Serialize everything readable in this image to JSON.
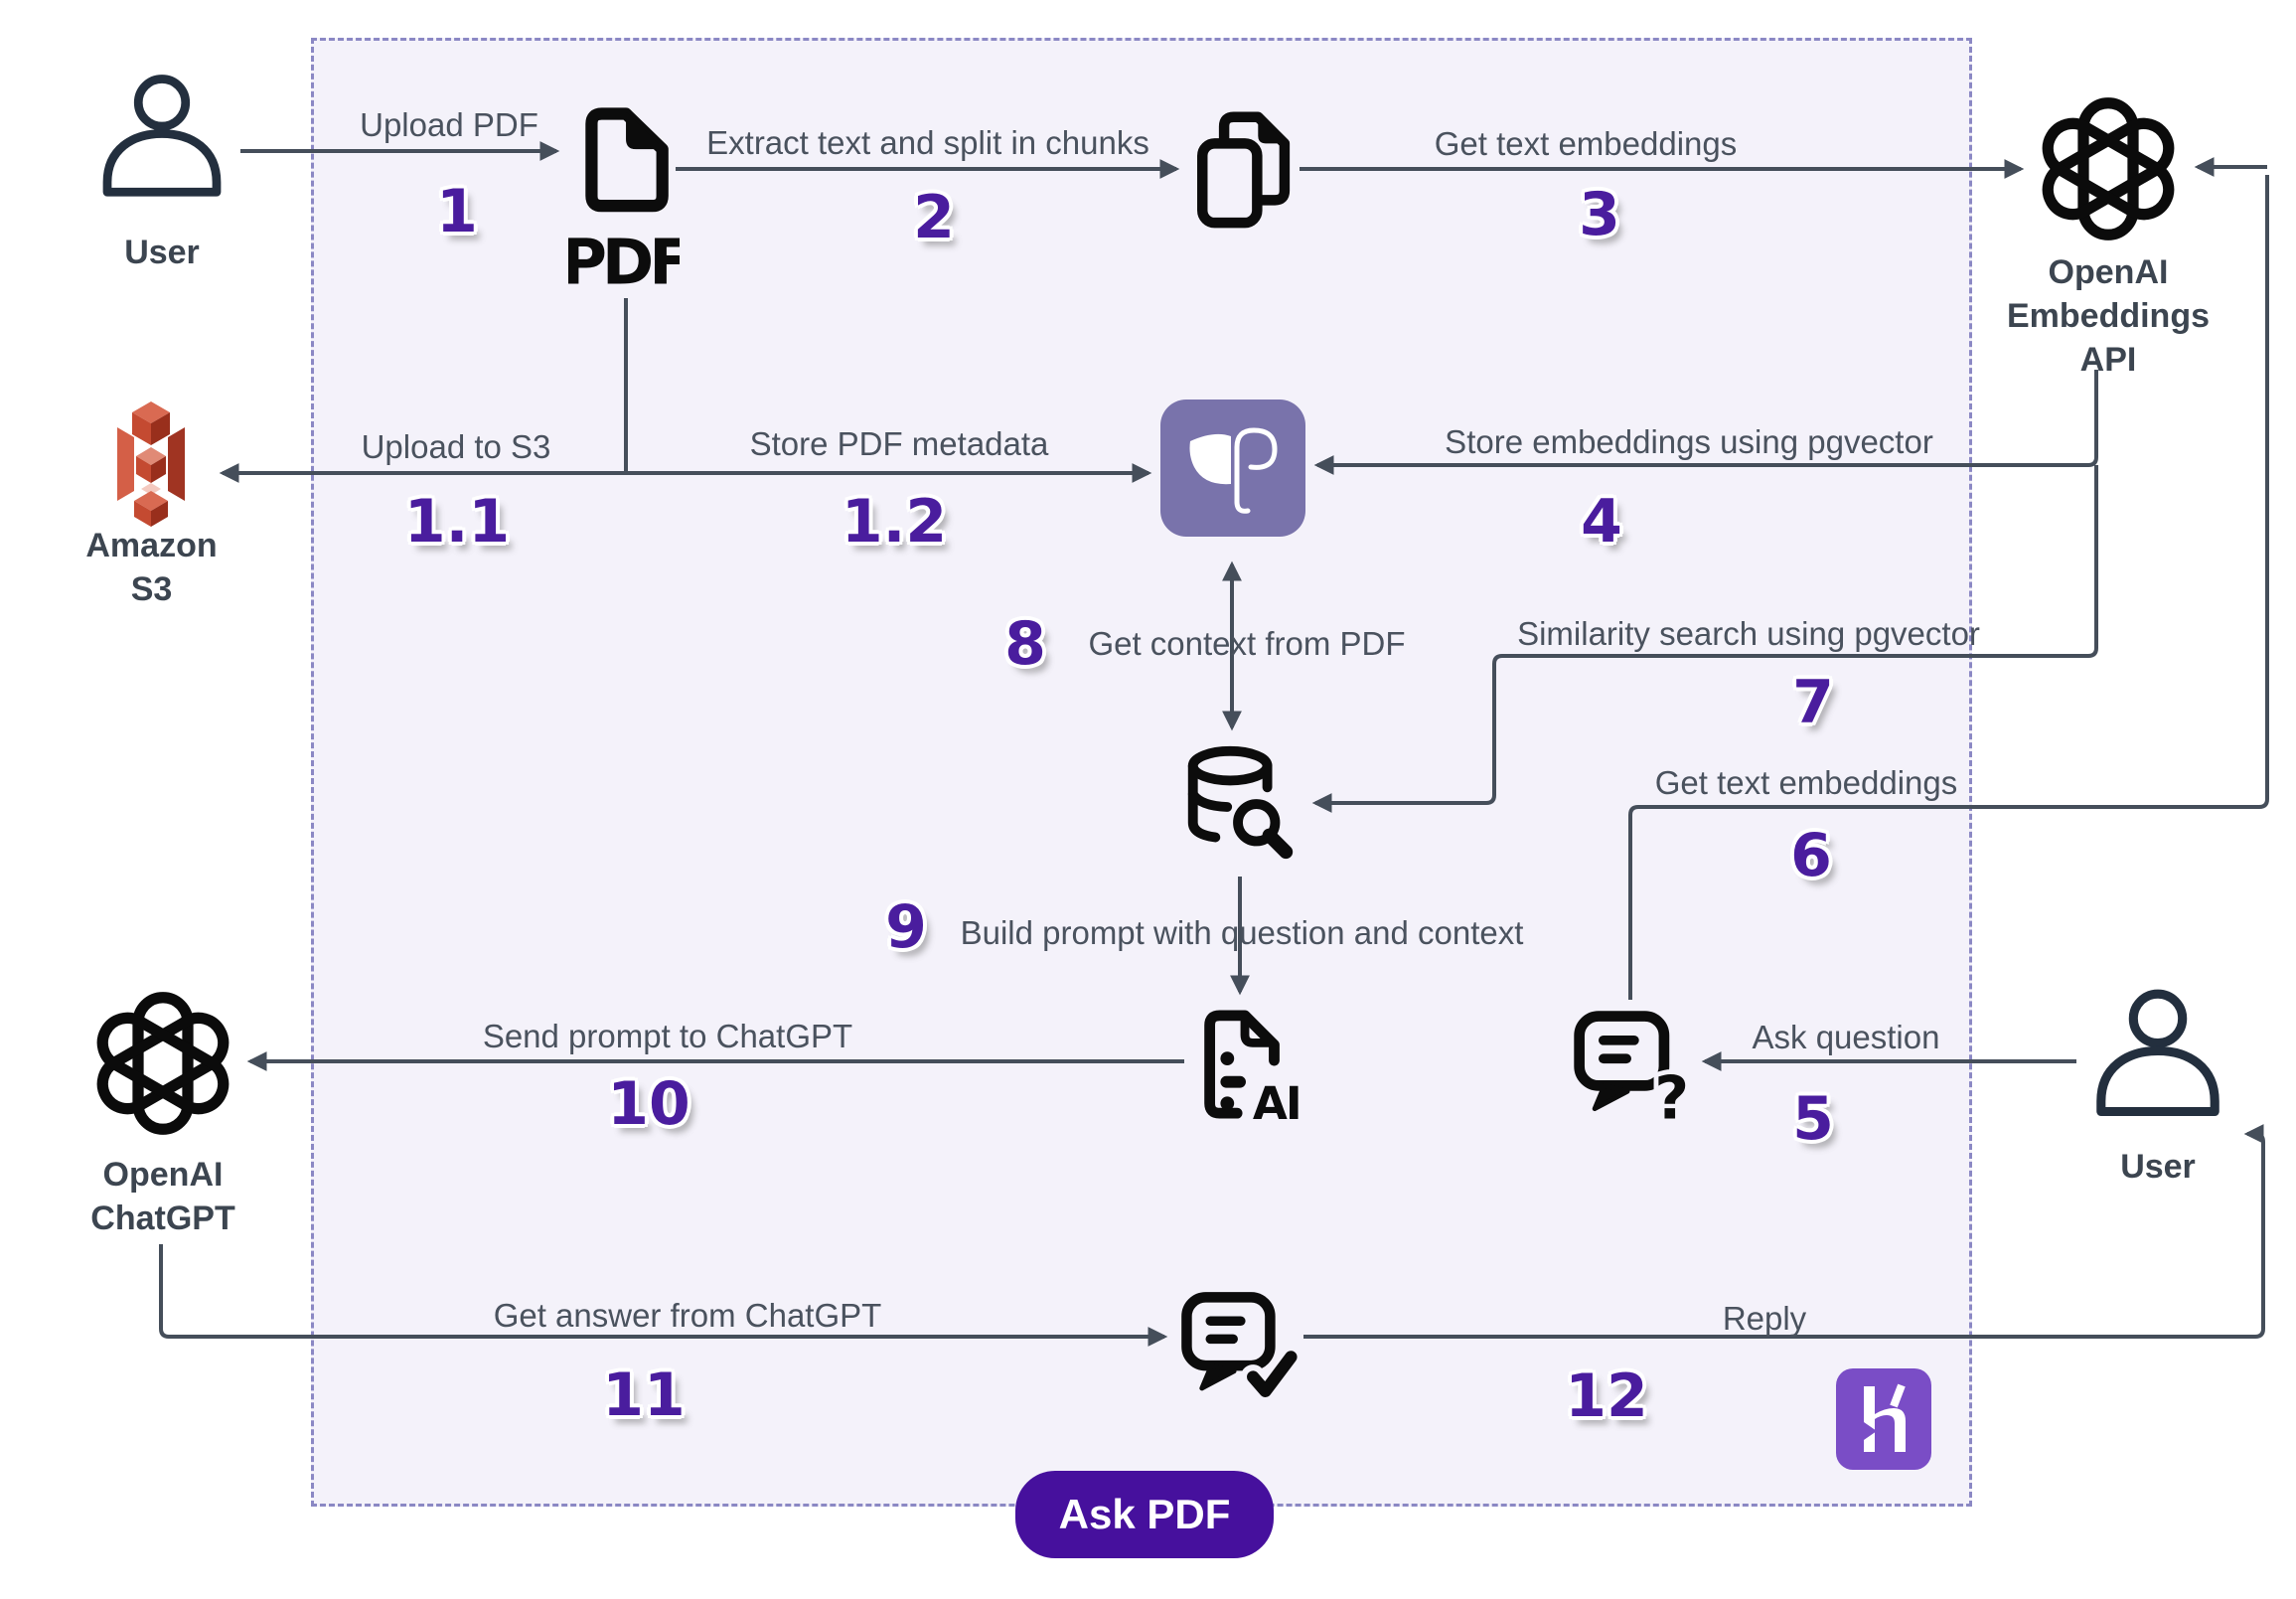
{
  "diagram": {
    "colors": {
      "boundary_fill": "#f4f2fa",
      "boundary_border": "#8b88c4",
      "wire": "#454e5a",
      "step_number": "#4a1d9e",
      "icon_black": "#0c0c0c",
      "user_icon": "#232f3e",
      "s3_red": "#c44a31",
      "postgres_purple": "#7973ab",
      "heroku_purple": "#7a4dc6",
      "button_purple": "#46109d"
    },
    "icon_text": {
      "pdf": "PDF",
      "ai": "AI",
      "question": "?"
    },
    "icons": [
      "user-icon",
      "pdf-file-icon",
      "document-chunks-icon",
      "openai-logo-icon",
      "amazon-s3-icon",
      "heroku-postgres-icon",
      "database-search-icon",
      "ai-document-icon",
      "chat-question-icon",
      "chat-check-icon",
      "heroku-logo-icon"
    ],
    "nodes": [
      {
        "id": "user-top",
        "label": "User"
      },
      {
        "id": "amazon-s3",
        "label": "Amazon S3"
      },
      {
        "id": "openai-embeddings",
        "label": "OpenAI Embeddings API"
      },
      {
        "id": "openai-chatgpt",
        "label": "OpenAI ChatGPT"
      },
      {
        "id": "user-bottom",
        "label": "User"
      }
    ],
    "steps": [
      {
        "number": "1",
        "label": "Upload PDF"
      },
      {
        "number": "1.1",
        "label": "Upload to S3"
      },
      {
        "number": "1.2",
        "label": "Store PDF metadata"
      },
      {
        "number": "2",
        "label": "Extract text and split in chunks"
      },
      {
        "number": "3",
        "label": "Get text embeddings"
      },
      {
        "number": "4",
        "label": "Store embeddings using pgvector"
      },
      {
        "number": "5",
        "label": "Ask question"
      },
      {
        "number": "6",
        "label": "Get text embeddings"
      },
      {
        "number": "7",
        "label": "Similarity search using pgvector"
      },
      {
        "number": "8",
        "label": "Get context from PDF"
      },
      {
        "number": "9",
        "label": "Build prompt with question and context"
      },
      {
        "number": "10",
        "label": "Send prompt to ChatGPT"
      },
      {
        "number": "11",
        "label": "Get answer from ChatGPT"
      },
      {
        "number": "12",
        "label": "Reply"
      }
    ],
    "button": {
      "label": "Ask PDF"
    }
  }
}
